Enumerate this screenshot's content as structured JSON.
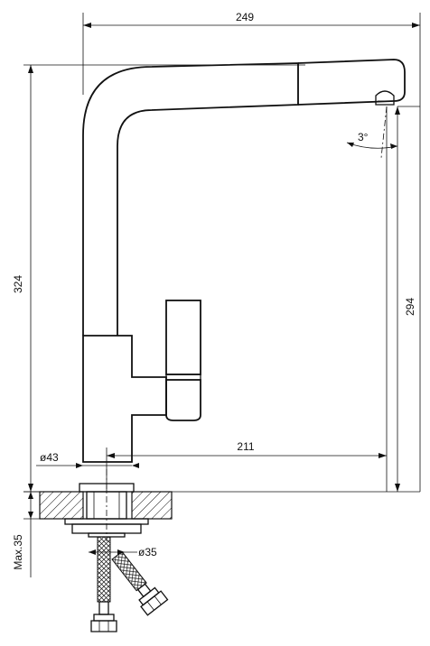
{
  "dimensions": {
    "overall_width": "249",
    "overall_height": "324",
    "spout_height": "294",
    "spout_reach": "211",
    "base_diameter": "ø43",
    "mount_hole_diameter": "ø35",
    "max_countertop_thickness": "Max.35",
    "swivel_angle": "3°"
  },
  "colors": {
    "line": "#111111",
    "background": "#ffffff"
  }
}
